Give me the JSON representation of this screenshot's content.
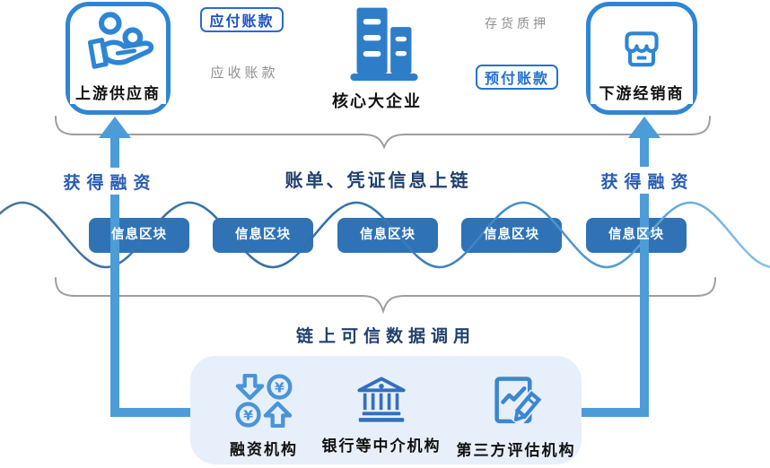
{
  "entities": {
    "supplier": {
      "label": "上游供应商",
      "icon": "hand-coins-icon"
    },
    "core_enterprise": {
      "label": "核心大企业",
      "icon": "buildings-icon"
    },
    "distributor": {
      "label": "下游经销商",
      "icon": "storefront-icon"
    }
  },
  "relations": {
    "accounts_payable": "应付账款",
    "accounts_receivable": "应收账款",
    "inventory_pledge": "存货质押",
    "prepayment": "预付账款"
  },
  "financing": {
    "left": "获得融资",
    "right": "获得融资"
  },
  "captions": {
    "on_chain": "账单、凭证信息上链",
    "data_call": "链上可信数据调用"
  },
  "chain": {
    "blocks": [
      {
        "label": "信息区块"
      },
      {
        "label": "信息区块"
      },
      {
        "label": "信息区块"
      },
      {
        "label": "信息区块"
      },
      {
        "label": "信息区块"
      }
    ]
  },
  "institutions": {
    "yen_symbol": "¥",
    "items": [
      {
        "label": "融资机构",
        "icon": "currency-exchange-icon"
      },
      {
        "label": "银行等中介机构",
        "icon": "bank-icon"
      },
      {
        "label": "第三方评估机构",
        "icon": "assessment-doc-icon"
      }
    ]
  },
  "colors": {
    "entity_blue": "#2e85d5",
    "connector_blue": "#4c9cd8",
    "block_blue": "#2f73b6",
    "wave_blue": "#3a76b4",
    "brace_gray": "#9e9e9e",
    "navy_text": "#20406e",
    "financing_text": "#2a5cb4",
    "payable_text": "#1d52c8",
    "gray_text": "#8f8f8f",
    "panel_bg": "#e7effa",
    "block_text": "#ffffff"
  }
}
